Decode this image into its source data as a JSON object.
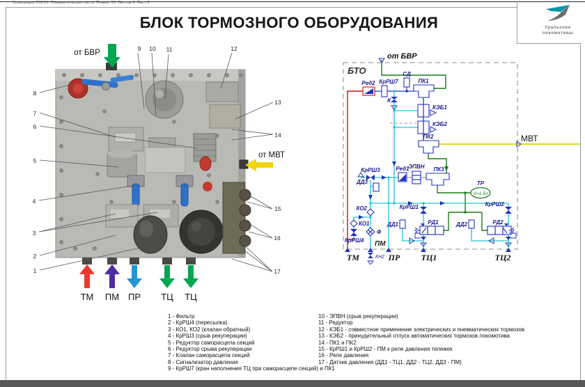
{
  "page": {
    "doc_header": "Электровоз 2ЭС10. Пневматическая часть. Плакат 19. Листов 6. Лист 3",
    "title": "БЛОК ТОРМОЗНОГО ОБОРУДОВАНИЯ",
    "logo": {
      "line1": "Уральские",
      "line2": "локомотивы"
    }
  },
  "photo": {
    "from_bvr_label": "от БВР",
    "from_mvt_label": "от МВТ",
    "callouts": [
      "1",
      "2",
      "3",
      "4",
      "5",
      "6",
      "7",
      "8",
      "9",
      "10",
      "11",
      "12",
      "13",
      "14",
      "15",
      "16",
      "17"
    ],
    "ports": [
      {
        "label": "ТМ",
        "color": "#e8392b",
        "direction": "up"
      },
      {
        "label": "ПМ",
        "color": "#4f2d9f",
        "direction": "up"
      },
      {
        "label": "ПР",
        "color": "#2196d3",
        "direction": "down"
      },
      {
        "label": "ТЦ",
        "color": "#00a651",
        "direction": "down"
      },
      {
        "label": "ТЦ",
        "color": "#00a651",
        "direction": "down"
      }
    ]
  },
  "schematic": {
    "box_label": "БТО",
    "inlet_label": "от БВР",
    "outlet_label": "МВТ",
    "labels": {
      "red2": "Ред2",
      "krrsh7": "КрРШ7",
      "k": "К",
      "sd": "СД",
      "pk1": "ПК1",
      "keb1": "КЭБ1",
      "keb2": "КЭБ2",
      "pk2": "ПК2",
      "krrsh3": "КрРШ3",
      "dd3": "ДД3",
      "red1": "Ред1",
      "epvn": "ЭПВН",
      "pk3": "ПК3",
      "tr": "ТР",
      "tr_volume": "V=1,5л",
      "ko2": "КО2",
      "ko1": "КО1",
      "krrsh4": "КрРШ4",
      "f": "Ф",
      "pm": "ПМ",
      "tm": "ТМ",
      "kn2": "КН2",
      "pr": "ПР",
      "tc1": "ТЦ1",
      "tc2": "ТЦ2",
      "krrsh1": "КрРШ1",
      "dd1": "ДД1",
      "rd1": "РД1",
      "dd2": "ДД2",
      "krrsh2": "КрРШ2",
      "rd2": "РД2"
    }
  },
  "legend": {
    "left": [
      "1 - Фильтр",
      "2 - КрРШ4 (пересылка)",
      "3 - КО1, КО2 (клапан обратный)",
      "4 - КрРШ3 (срыв рекуперации)",
      "5 - Редуктор саморасцепа секций",
      "6 - Редуктор срыва рекуперации",
      "7 - Клапан саморасцепа секций",
      "8 - Сигнализатор давления",
      "9 - КрРШ7 (кран наполнения ТЦ при саморасцепе секций) и ПК1"
    ],
    "right": [
      "10 - ЭПВН (срыв рекуперации)",
      "11 - Редуктор",
      "12 - КЭБ1 - совместное применение электрических и пневматических тормозов",
      "13 - КЭБ2 - принудительный отпуск автоматических тормозов локомотива",
      "14 - ПК1 и ПК2",
      "15 - КрРШ1 и КрРШ2 - ПМ к реле давления тележек",
      "16 - Реле давления",
      "17 - Датчик давления (ДД1 - ТЦ1, ДД2 - ТЦ2, ДД3 - ПМ)"
    ]
  },
  "colors": {
    "tm_line_red": "#cc1111",
    "pm_line_cyan": "#20c4d6",
    "brake_green": "#1a7a1a",
    "mvt_yellow": "#e3cf00",
    "symbol_blue": "#2233bb",
    "arrow_green": "#00a651",
    "arrow_red": "#e8392b",
    "arrow_purple": "#4f2d9f",
    "arrow_blue": "#2196d3",
    "arrow_yellow": "#f2d40e",
    "logo_teal": "#0097a5",
    "logo_gray": "#6d6e71",
    "footer_bar": "#58595b"
  }
}
